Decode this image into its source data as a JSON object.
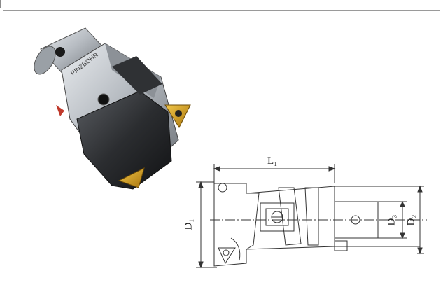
{
  "figure": {
    "photo_engraving": "PINZBOHR",
    "dimension_labels": {
      "length": "L₁",
      "bore_diameter": "D₁",
      "shank_diameter": "D₃",
      "body_diameter": "D₂"
    }
  },
  "colors": {
    "frame_border": "#9a9a9a",
    "tool_body": "#2a2a2a",
    "shank_steel": "#c8cbd0",
    "insert_gold": "#d9a21c",
    "line_drawing": "#333333"
  }
}
